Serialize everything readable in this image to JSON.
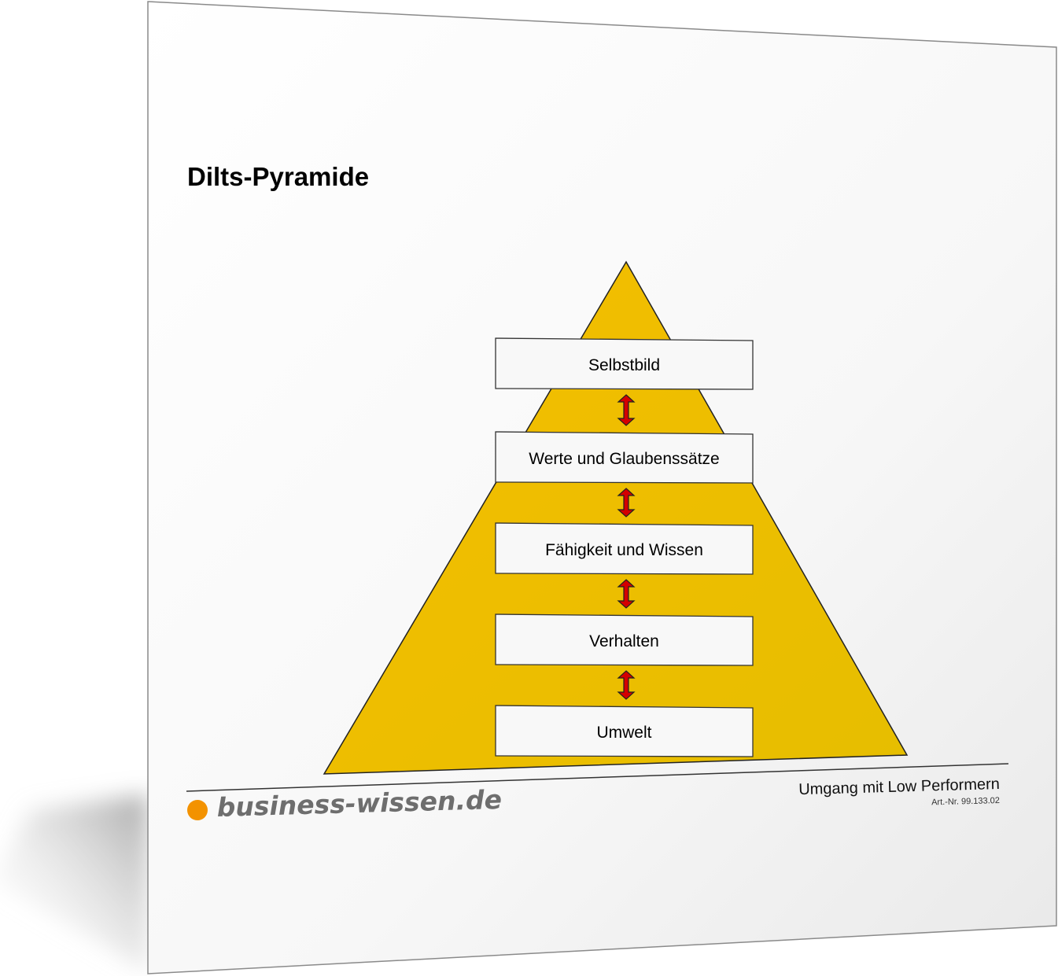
{
  "title": "Dilts-Pyramide",
  "levels": [
    {
      "label": "Selbstbild"
    },
    {
      "label": "Werte und Glaubenssätze"
    },
    {
      "label": "Fähigkeit und Wissen"
    },
    {
      "label": "Verhalten"
    },
    {
      "label": "Umwelt"
    }
  ],
  "footer": {
    "brand": "business-wissen.de",
    "doc_title": "Umgang mit Low Performern",
    "article_number": "Art.-Nr. 99.133.02"
  },
  "colors": {
    "pyramid_fill": "#F2BC00",
    "pyramid_fill_dark": "#E8B800",
    "arrow_fill": "#D40000",
    "logo_dot": "#F39200",
    "logo_text": "#6E6E6E",
    "box_fill": "#F8F8F8",
    "outline": "#333333"
  }
}
